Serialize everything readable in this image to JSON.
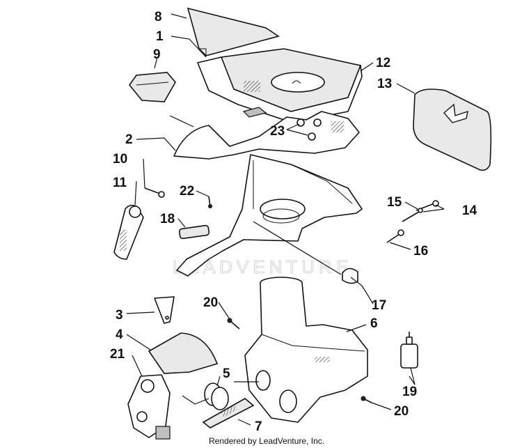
{
  "callouts": [
    {
      "id": "1",
      "label": "1"
    },
    {
      "id": "2",
      "label": "2"
    },
    {
      "id": "3",
      "label": "3"
    },
    {
      "id": "4",
      "label": "4"
    },
    {
      "id": "5",
      "label": "5"
    },
    {
      "id": "6",
      "label": "6"
    },
    {
      "id": "7",
      "label": "7"
    },
    {
      "id": "8",
      "label": "8"
    },
    {
      "id": "9",
      "label": "9"
    },
    {
      "id": "10",
      "label": "10"
    },
    {
      "id": "11",
      "label": "11"
    },
    {
      "id": "12",
      "label": "12"
    },
    {
      "id": "13",
      "label": "13"
    },
    {
      "id": "14",
      "label": "14"
    },
    {
      "id": "15",
      "label": "15"
    },
    {
      "id": "16",
      "label": "16"
    },
    {
      "id": "17",
      "label": "17"
    },
    {
      "id": "18",
      "label": "18"
    },
    {
      "id": "19",
      "label": "19"
    },
    {
      "id": "20a",
      "label": "20"
    },
    {
      "id": "20b",
      "label": "20"
    },
    {
      "id": "21",
      "label": "21"
    },
    {
      "id": "22",
      "label": "22"
    },
    {
      "id": "23",
      "label": "23"
    }
  ],
  "watermark": "LEADVENTURE",
  "credit": "Rendered by LeadVenture, Inc."
}
